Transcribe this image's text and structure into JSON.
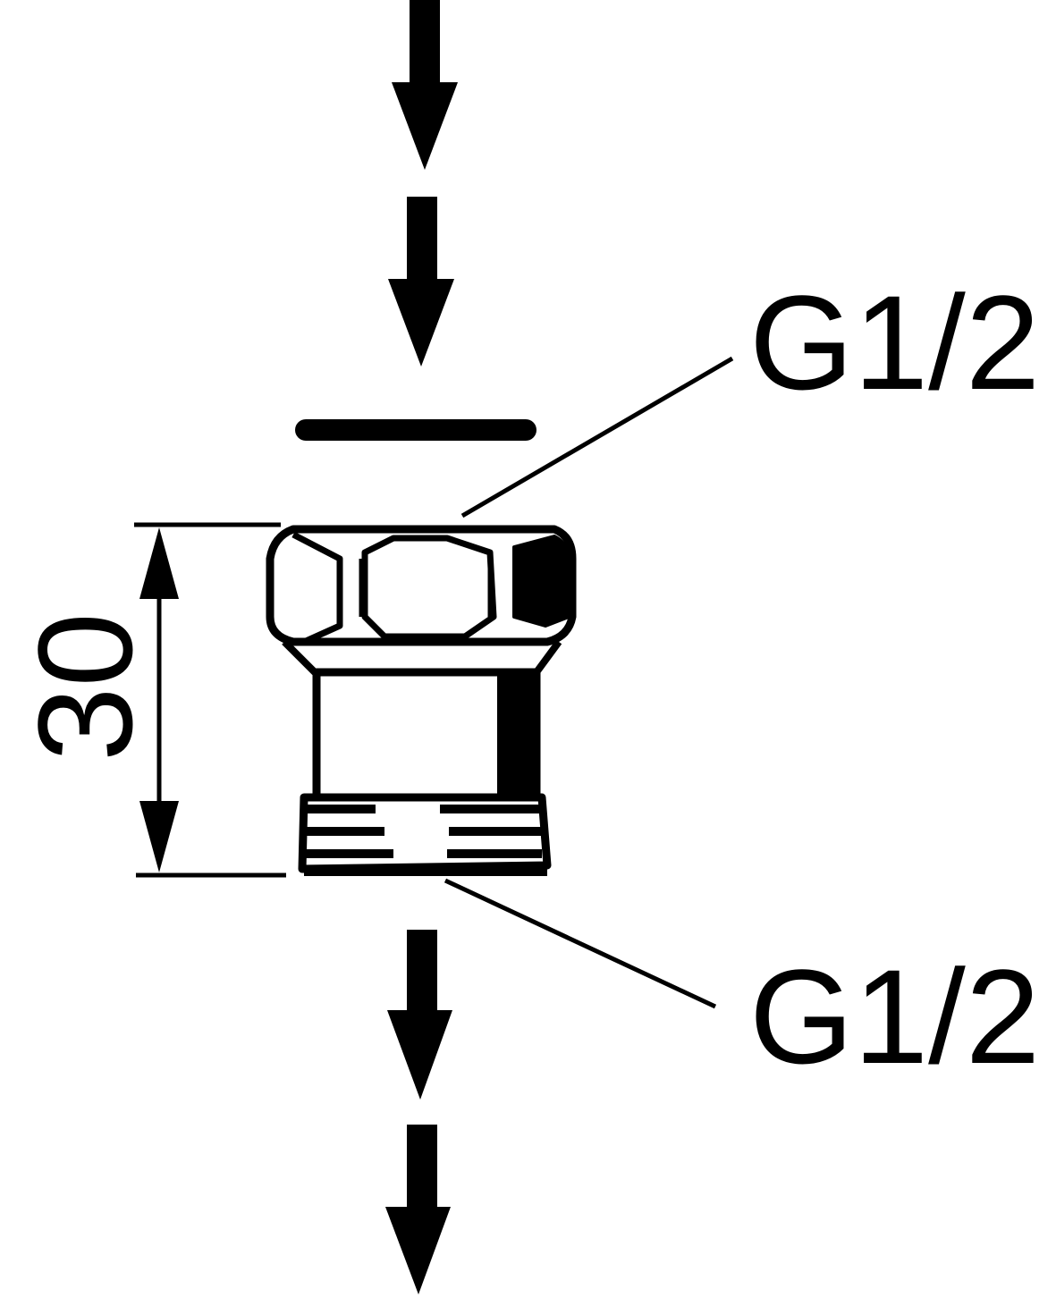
{
  "labels": {
    "thread_top": "G1/2",
    "thread_bottom": "G1/2",
    "dimension_height": "30"
  },
  "colors": {
    "ink": "#000000",
    "background": "#ffffff"
  },
  "flow_direction": "down"
}
